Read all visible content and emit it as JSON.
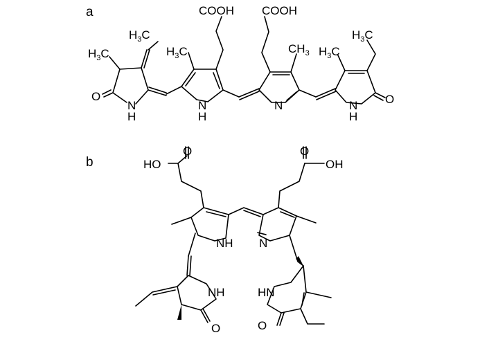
{
  "figure": {
    "panels": [
      {
        "label": "a",
        "atoms": {
          "cooh_left": "COOH",
          "cooh_right": "COOH",
          "h3c_ethylidene_h": "H",
          "h3c_ethylidene_3": "3",
          "h3c_ethylidene_c": "C",
          "h3c_left_h": "H",
          "h3c_left_3": "3",
          "h3c_left_c": "C",
          "h3c_ring2_h": "H",
          "h3c_ring2_3": "3",
          "h3c_ring2_c": "C",
          "ch3_ring3_c": "CH",
          "ch3_ring3_3": "3",
          "h3c_ring4_h": "H",
          "h3c_ring4_3": "3",
          "h3c_ring4_c": "C",
          "h3c_ethyl_h": "H",
          "h3c_ethyl_3": "3",
          "h3c_ethyl_c": "C",
          "o_left": "O",
          "o_right": "O",
          "n_ring1": "N",
          "h_ring1": "H",
          "n_ring2": "N",
          "h_ring2": "H",
          "n_ring3": "N",
          "n_ring4": "N",
          "h_ring4": "H"
        }
      },
      {
        "label": "b",
        "atoms": {
          "ho_left": "HO",
          "o_acid_left": "O",
          "oh_right": "OH",
          "o_acid_right": "O",
          "nh_ring_b": "NH",
          "n_ring_c": "N",
          "nh_ring_a": "NH",
          "hn_ring_d": "HN",
          "o_ring_a": "O",
          "o_ring_d": "O"
        }
      }
    ]
  }
}
